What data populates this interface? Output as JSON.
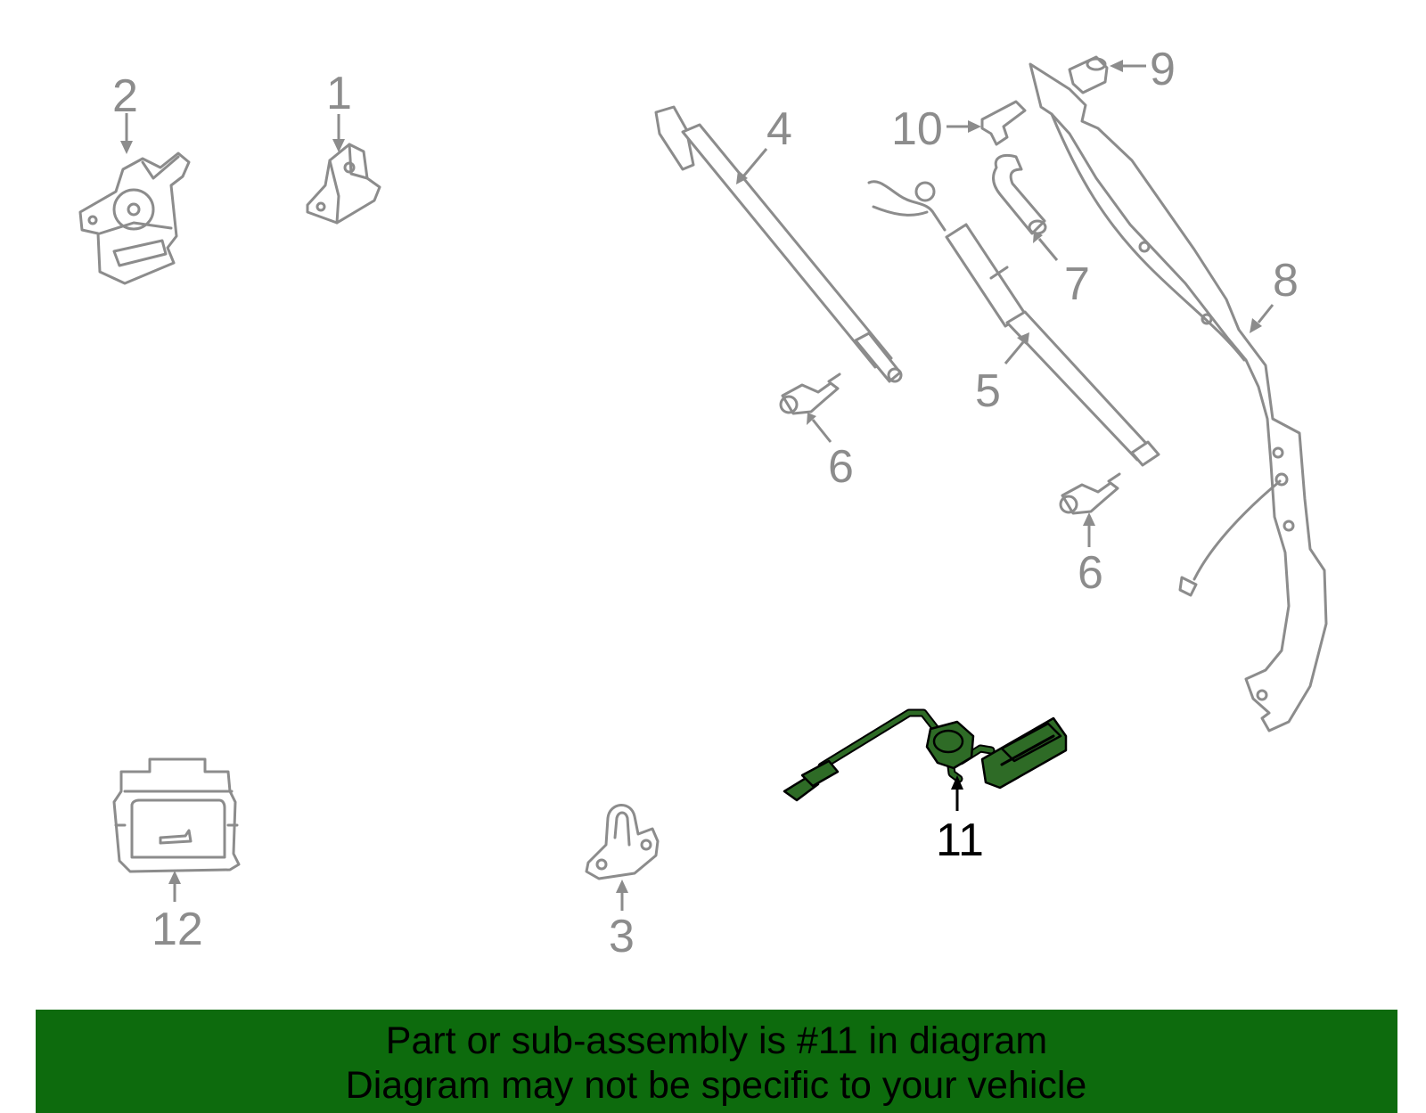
{
  "callouts": {
    "c1": "1",
    "c2": "2",
    "c3": "3",
    "c4": "4",
    "c5": "5",
    "c6a": "6",
    "c6b": "6",
    "c7": "7",
    "c8": "8",
    "c9": "9",
    "c10": "10",
    "c11": "11",
    "c12": "12"
  },
  "highlighted_part": "11",
  "banner": {
    "line1": "Part or sub-assembly is #11 in diagram",
    "line2": "Diagram may not be specific to your vehicle"
  },
  "colors": {
    "highlight": "#2e6b26",
    "banner_bg": "#0d6b0d",
    "line_gray": "#8c8c8c"
  }
}
